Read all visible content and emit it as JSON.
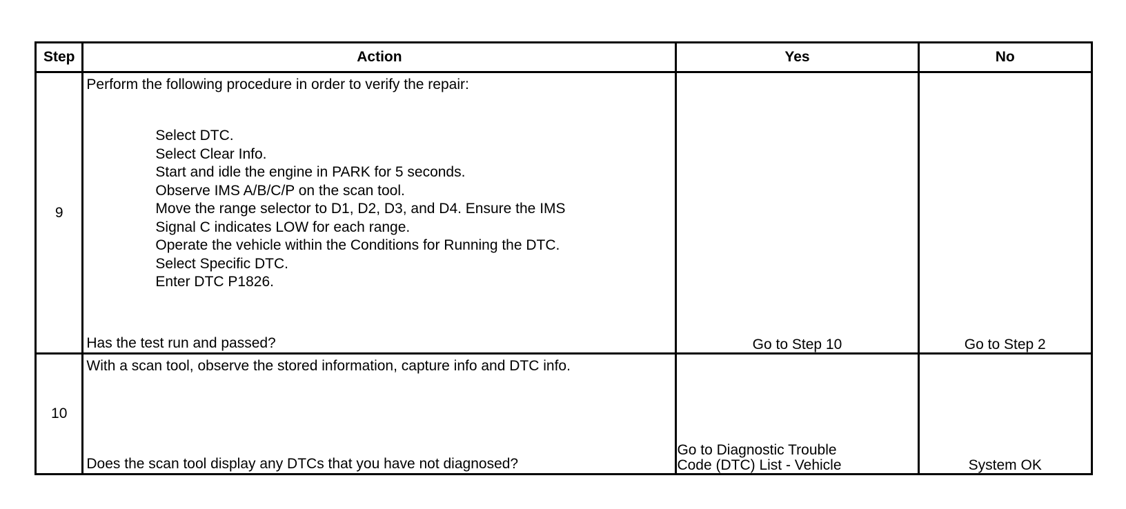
{
  "table": {
    "headers": {
      "step": "Step",
      "action": "Action",
      "yes": "Yes",
      "no": "No"
    },
    "rows": [
      {
        "step": "9",
        "intro": "Perform the following procedure in order to verify the repair:",
        "steps": [
          "Select DTC.",
          "Select Clear Info.",
          "Start and idle the engine in PARK for 5 seconds.",
          "Observe IMS A/B/C/P on the scan tool.",
          "Move the range selector to D1, D2, D3, and D4. Ensure the IMS",
          "Signal C indicates LOW for each range.",
          "Operate the vehicle within the Conditions for Running the DTC.",
          "Select Specific DTC.",
          "Enter DTC P1826."
        ],
        "question": "Has the test run and passed?",
        "yes": "Go to Step 10",
        "no": "Go to Step 2"
      },
      {
        "step": "10",
        "intro": "With a scan tool, observe the stored information, capture info and DTC info.",
        "question": "Does the scan tool display any DTCs that you have not diagnosed?",
        "yes_lines": [
          "Go to Diagnostic Trouble",
          "Code (DTC) List - Vehicle"
        ],
        "no": "System OK"
      }
    ]
  }
}
